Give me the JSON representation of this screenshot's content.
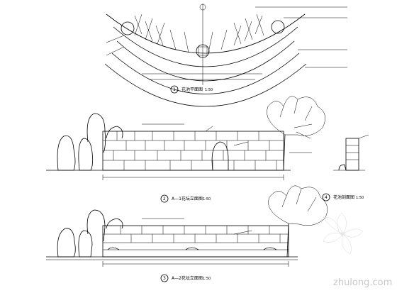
{
  "plan": {
    "label": "花池平面图",
    "number": "1",
    "scale": "1:50"
  },
  "elevation_a": {
    "label": "A—1花坛立面图",
    "number": "2",
    "scale": "1:50"
  },
  "elevation_b": {
    "label": "A—2花坛立面图",
    "number": "3",
    "scale": "1:50"
  },
  "section": {
    "label": "花池剖面图",
    "number": "4",
    "scale": "1:50"
  },
  "watermark": {
    "text": "zhulong.com"
  },
  "colors": {
    "line": "#000000",
    "watermark": "#c8c8c8"
  }
}
